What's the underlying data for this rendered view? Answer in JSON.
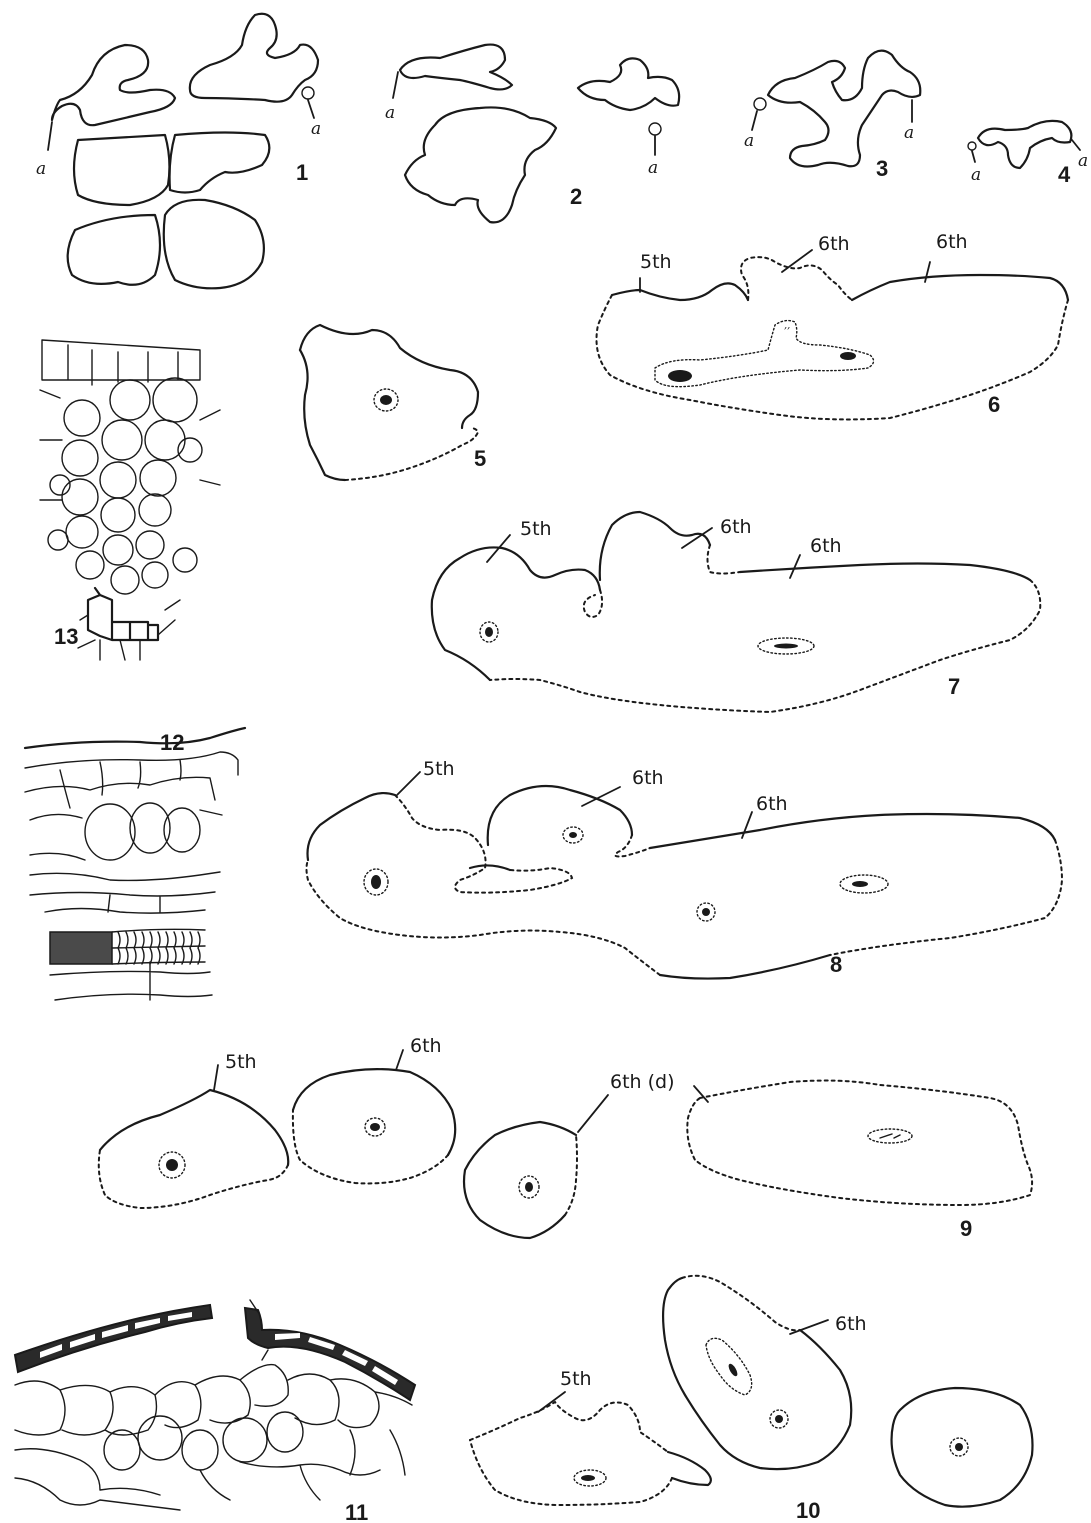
{
  "figure_numbers": {
    "f1": "1",
    "f2": "2",
    "f3": "3",
    "f4": "4",
    "f5": "5",
    "f6": "6",
    "f7": "7",
    "f8": "8",
    "f9": "9",
    "f10": "10",
    "f11": "11",
    "f12": "12",
    "f13": "13"
  },
  "labels": {
    "a": "a",
    "fifth": "5th",
    "sixth": "6th",
    "sixth_d": "6th (d)"
  },
  "colors": {
    "ink": "#1a1a1a",
    "paper": "#ffffff"
  }
}
